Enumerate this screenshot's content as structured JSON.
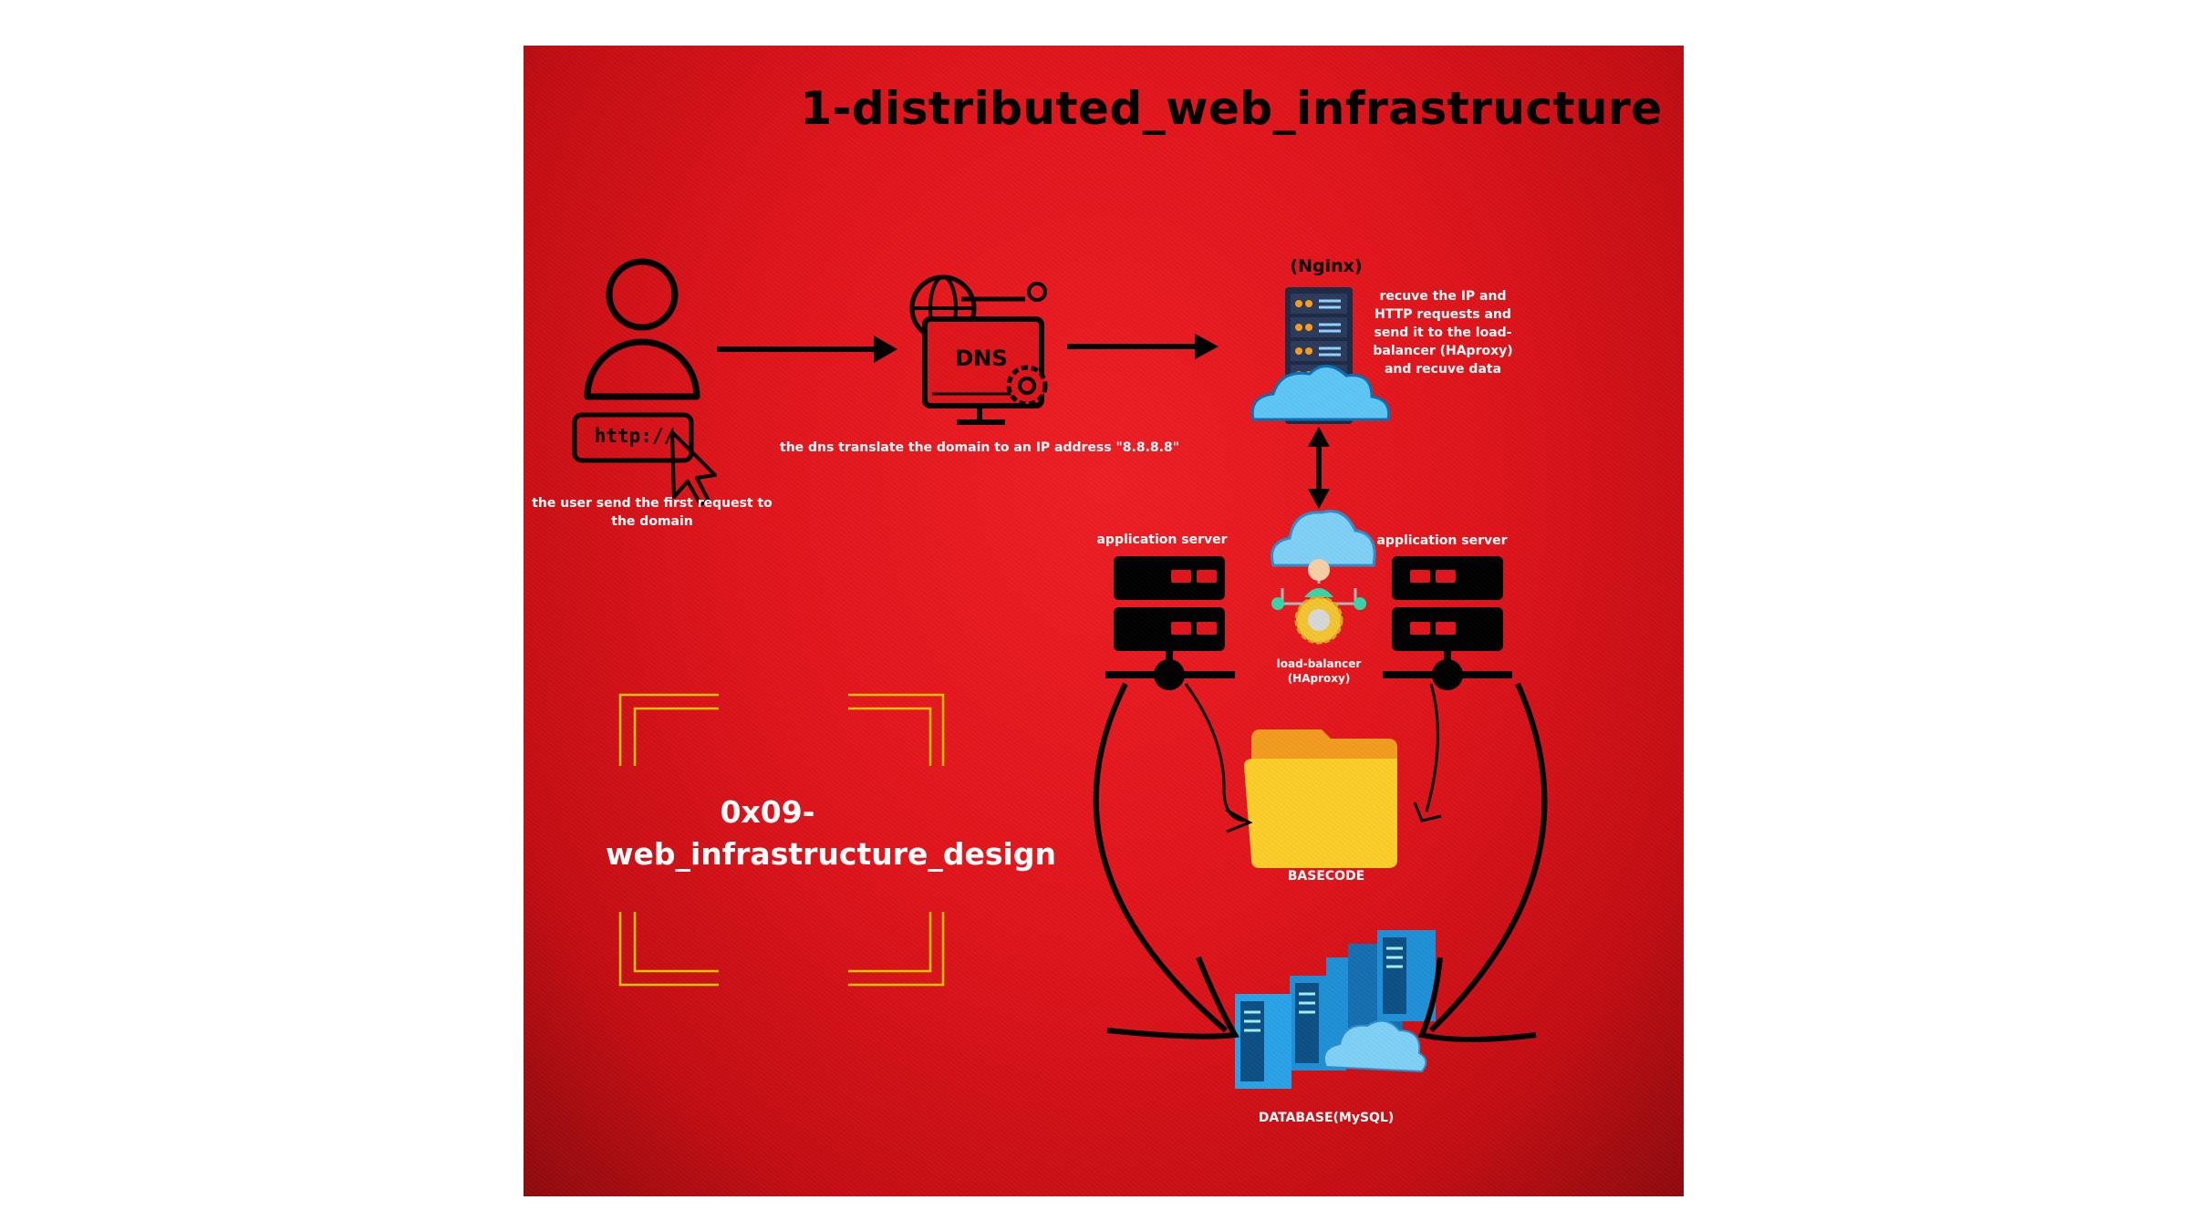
{
  "title": "1-distributed_web_infrastructure",
  "user_caption": "the user send the first request to the domain",
  "http_label": "http://",
  "dns_label": "DNS",
  "dns_caption": "the dns translate the domain to an IP address \"8.8.8.8\"",
  "nginx_label": "(Nginx)",
  "nginx_caption": "recuve the IP and HTTP requests and send it to the load-balancer (HAproxy) and recuve data",
  "app_server_left": "application server",
  "app_server_right": "application server",
  "load_balancer_label": "load-balancer (HAproxy)",
  "basecode_label": "BASECODE",
  "database_label": "DATABASE(MySQL)",
  "frame_title": "0x09-web_infrastructure_design",
  "colors": {
    "background": "#e0141b",
    "frame": "#f7c600",
    "folder": "#fcce2a",
    "server_blue": "#1e8fd6",
    "cloud_blue": "#5ec6f5"
  }
}
